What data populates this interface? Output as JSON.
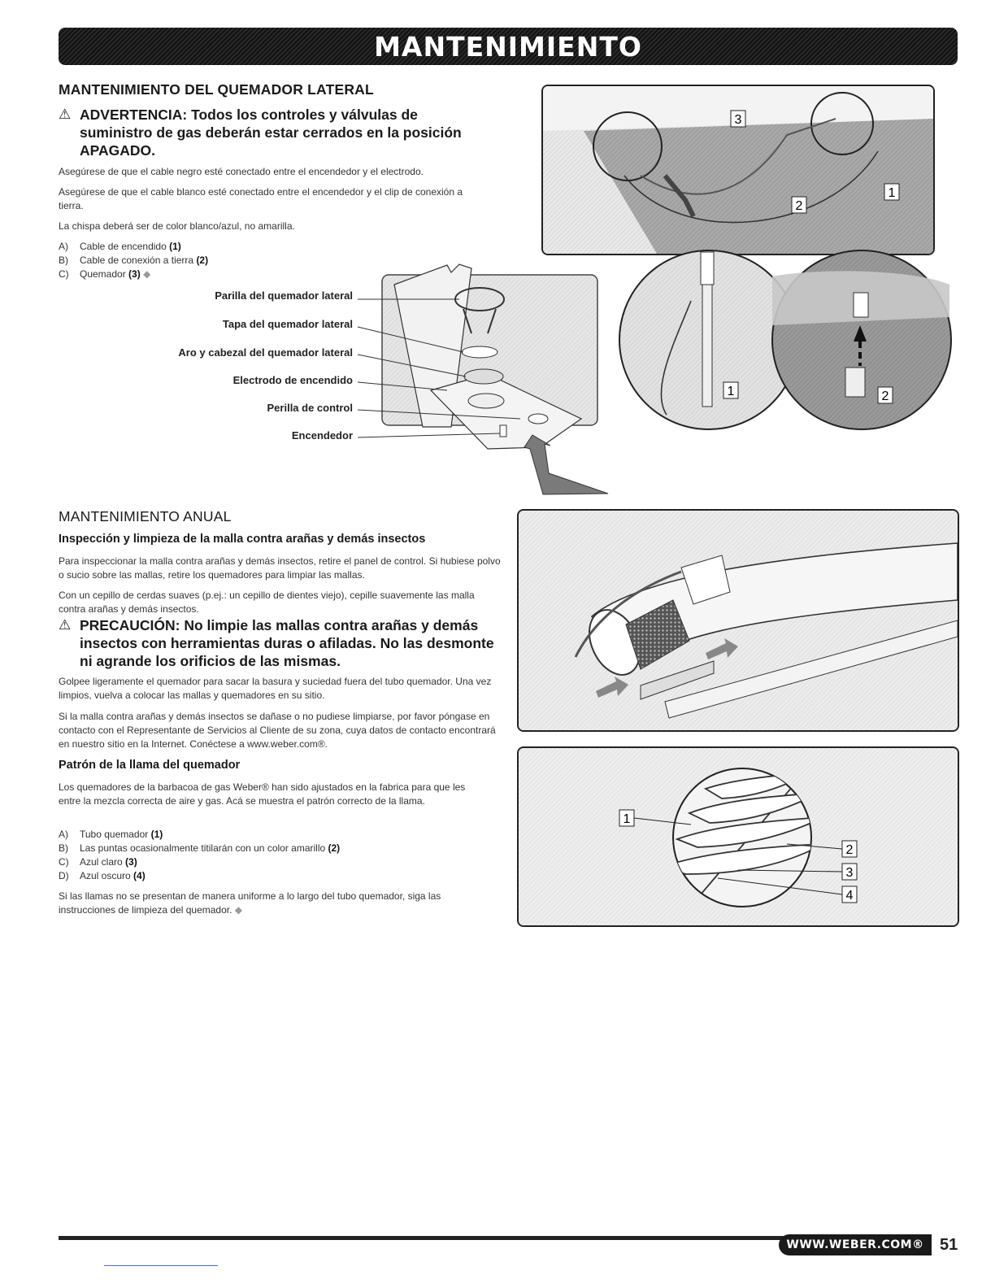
{
  "banner": {
    "title": "MANTENIMIENTO"
  },
  "section1": {
    "heading": "MANTENIMIENTO DEL QUEMADOR LATERAL",
    "warning_icon": "warning-triangle-icon",
    "warning": "ADVERTENCIA: Todos los controles y válvulas de suministro de gas deberán estar cerrados en la posición APAGADO.",
    "para1": "Asegúrese de que el cable negro esté conectado entre el encendedor y el electrodo.",
    "para2": "Asegúrese de que el cable blanco esté conectado entre el encendedor y el clip de conexión a tierra.",
    "para3": "La chispa deberá ser de color blanco/azul, no amarilla.",
    "list": [
      {
        "key": "A)",
        "text": "Cable de encendido",
        "num": "(1)"
      },
      {
        "key": "B)",
        "text": "Cable de conexión a tierra",
        "num": "(2)"
      },
      {
        "key": "C)",
        "text": "Quemador",
        "num": "(3)"
      }
    ],
    "callouts": [
      "Parilla del quemador lateral",
      "Tapa del quemador lateral",
      "Aro y cabezal del quemador lateral",
      "Electrodo de encendido",
      "Perilla de control",
      "Encendedor"
    ],
    "figure_numbers": {
      "n1": "1",
      "n2": "2",
      "n3": "3"
    }
  },
  "section2": {
    "heading": "MANTENIMIENTO ANUAL",
    "subheading": "Inspección y limpieza de la malla contra arañas y demás insectos",
    "para1": "Para inspeccionar la malla contra arañas y demás insectos, retire el panel de control. Si hubiese polvo o sucio sobre las mallas, retire los quemadores para limpiar las mallas.",
    "para2": "Con un cepillo de cerdas suaves (p.ej.: un cepillo de dientes viejo), cepille suavemente las malla contra arañas y demás insectos.",
    "caution_icon": "warning-triangle-icon",
    "caution": "PRECAUCIÓN: No limpie las mallas contra arañas y demás insectos con herramientas duras o afiladas. No las desmonte ni agrande los orificios de las mismas.",
    "para3": "Golpee ligeramente el quemador para sacar la basura y suciedad fuera del tubo quemador. Una vez limpios, vuelva a colocar las mallas y quemadores en su sitio.",
    "para4": "Si la malla contra arañas y demás insectos se dañase o no pudiese limpiarse, por favor póngase en contacto con el Representante de Servicios al Cliente de su zona, cuya datos de contacto encontrará en nuestro sitio en la Internet. Conéctese a www.weber.com®."
  },
  "section3": {
    "subheading": "Patrón de la llama del quemador",
    "para1": "Los quemadores de la barbacoa de gas Weber® han sido ajustados en la fabrica para que les entre la mezcla correcta de aire y gas. Acá se muestra el patrón correcto de la llama.",
    "list": [
      {
        "key": "A)",
        "text": "Tubo quemador",
        "num": "(1)"
      },
      {
        "key": "B)",
        "text": "Las puntas ocasionalmente titilarán con un color amarillo",
        "num": "(2)"
      },
      {
        "key": "C)",
        "text": "Azul claro",
        "num": "(3)"
      },
      {
        "key": "D)",
        "text": "Azul oscuro",
        "num": "(4)"
      }
    ],
    "para2": "Si las llamas no se presentan de manera uniforme a lo largo del tubo quemador, siga las instrucciones de limpieza del quemador.",
    "flame_numbers": {
      "n1": "1",
      "n2": "2",
      "n3": "3",
      "n4": "4"
    }
  },
  "footer": {
    "url": "WWW.WEBER.COM®",
    "page": "51"
  }
}
